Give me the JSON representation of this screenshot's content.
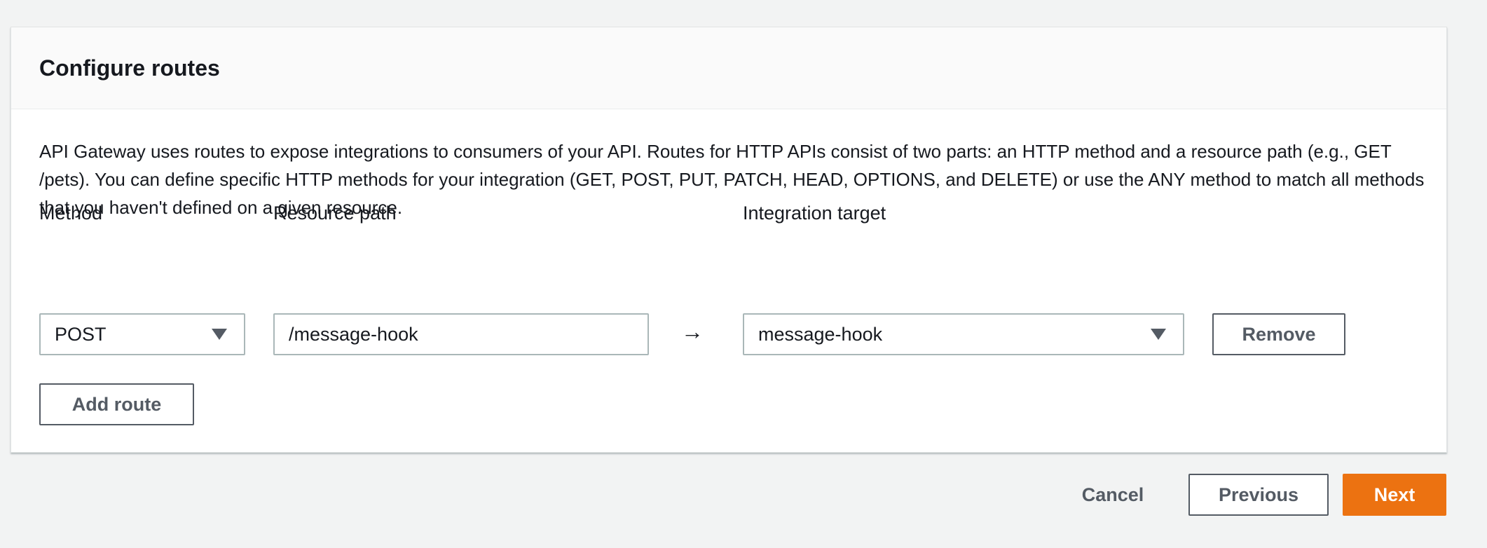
{
  "panel": {
    "title": "Configure routes",
    "description": "API Gateway uses routes to expose integrations to consumers of your API. Routes for HTTP APIs consist of two parts: an HTTP method and a resource path (e.g., GET /pets). You can define specific HTTP methods for your integration (GET, POST, PUT, PATCH, HEAD, OPTIONS, and DELETE) or use the ANY method to match all methods that you haven't defined on a given resource."
  },
  "route": {
    "method_label": "Method",
    "method_value": "POST",
    "resource_path_label": "Resource path",
    "resource_path_value": "/message-hook",
    "arrow": "→",
    "integration_target_label": "Integration target",
    "integration_target_value": "message-hook",
    "remove_label": "Remove"
  },
  "add_route_label": "Add route",
  "footer": {
    "cancel_label": "Cancel",
    "previous_label": "Previous",
    "next_label": "Next"
  },
  "colors": {
    "primary": "#ec7211",
    "background": "#f2f3f3",
    "border": "#aab7b8",
    "button_text": "#545b64"
  }
}
